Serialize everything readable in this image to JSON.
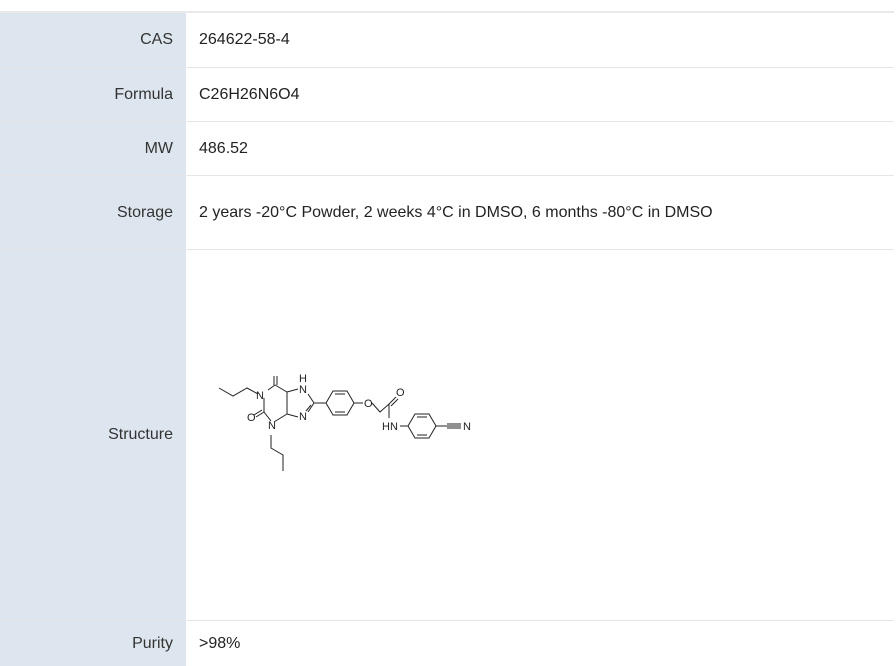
{
  "rows": [
    {
      "label": "CAS",
      "value": "264622-58-4"
    },
    {
      "label": "Formula",
      "value": "C26H26N6O4"
    },
    {
      "label": "MW",
      "value": "486.52"
    },
    {
      "label": "Storage",
      "value": "2 years -20°C Powder, 2 weeks 4°C in DMSO, 6 months -80°C in DMSO"
    },
    {
      "label": "Structure",
      "value": ""
    },
    {
      "label": "Purity",
      "value": ">98%"
    }
  ],
  "structure_atoms": {
    "n1": "N",
    "n3": "N",
    "o_top": "O",
    "o_left": "O",
    "h_top": "H",
    "n_top": "N",
    "n_bottom": "N",
    "o_ether": "O",
    "o_amide": "O",
    "hn": "HN",
    "n_nitrile": "N"
  }
}
